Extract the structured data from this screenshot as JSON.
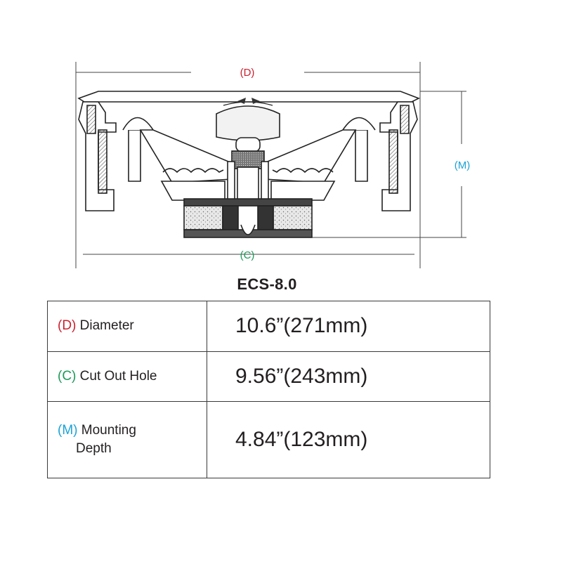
{
  "diagram": {
    "labels": {
      "diameter": "(D)",
      "cutout": "(C)",
      "depth": "(M)"
    },
    "colors": {
      "diameter": "#cc1f2e",
      "cutout": "#1d9a5a",
      "depth": "#1ba3d6"
    }
  },
  "title": "ECS-8.0",
  "specs": [
    {
      "letter": "(D)",
      "name": "Diameter",
      "value": "10.6”(271mm)",
      "color": "#cc1f2e"
    },
    {
      "letter": "(C)",
      "name": "Cut Out Hole",
      "value": "9.56”(243mm)",
      "color": "#1d9a5a"
    },
    {
      "letter": "(M)",
      "name_lines": [
        "Mounting",
        "Depth"
      ],
      "value": "4.84”(123mm)",
      "color": "#1ba3d6"
    }
  ]
}
